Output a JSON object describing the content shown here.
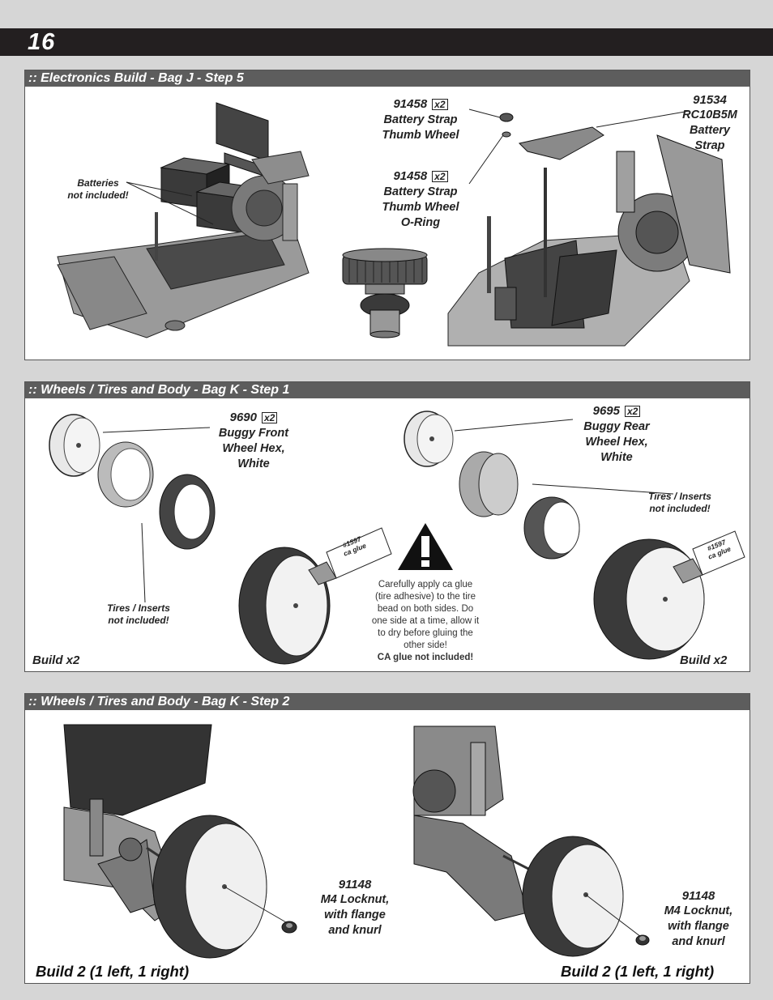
{
  "page": {
    "number": "16"
  },
  "step_j5": {
    "title": ":: Electronics Build - Bag J - Step 5",
    "batteries_note": [
      "Batteries",
      "not included!"
    ],
    "thumb_wheel": {
      "part": "91458",
      "qty": "x2",
      "name": [
        "Battery Strap",
        "Thumb Wheel"
      ]
    },
    "oring": {
      "part": "91458",
      "qty": "x2",
      "name": [
        "Battery Strap",
        "Thumb Wheel",
        "O-Ring"
      ]
    },
    "strap": {
      "part": "91534",
      "name": [
        "RC10B5M",
        "Battery",
        "Strap"
      ]
    }
  },
  "step_k1": {
    "title": ":: Wheels / Tires and Body - Bag K - Step 1",
    "front_wheel": {
      "part": "9690",
      "qty": "x2",
      "name": [
        "Buggy Front",
        "Wheel Hex,",
        "White"
      ]
    },
    "rear_wheel": {
      "part": "9695",
      "qty": "x2",
      "name": [
        "Buggy Rear",
        "Wheel Hex,",
        "White"
      ]
    },
    "tires_note_left": [
      "Tires / Inserts",
      "not included!"
    ],
    "tires_note_right": [
      "Tires / Inserts",
      "not included!"
    ],
    "glue_label": {
      "part": "#1597",
      "name": "ca glue"
    },
    "caution_lines": [
      "Carefully apply ca glue",
      "(tire adhesive) to the tire",
      "bead on both sides.  Do",
      "one side at a time, allow it",
      "to dry before gluing the",
      "other side!"
    ],
    "caution_bold": "CA glue not included!",
    "build_left": "Build x2",
    "build_right": "Build x2"
  },
  "step_k2": {
    "title": ":: Wheels / Tires and Body - Bag K - Step 2",
    "locknut_left": {
      "part": "91148",
      "name": [
        "M4 Locknut,",
        "with flange",
        "and knurl"
      ]
    },
    "locknut_right": {
      "part": "91148",
      "name": [
        "M4 Locknut,",
        "with flange",
        "and knurl"
      ]
    },
    "build_left": "Build 2 (1 left, 1 right)",
    "build_right": "Build 2 (1 left, 1 right)"
  }
}
